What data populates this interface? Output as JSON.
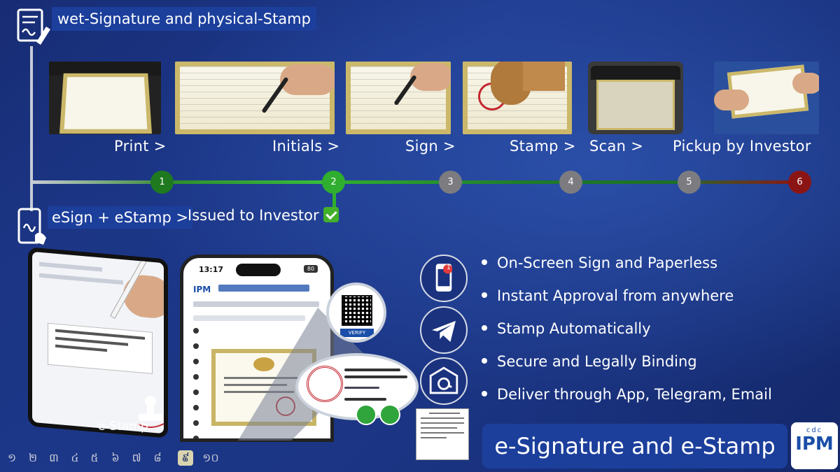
{
  "header": {
    "title": "wet-Signature and physical-Stamp",
    "icon": "signature-form-icon"
  },
  "physical_steps": [
    {
      "label": "Print >",
      "photo": "printer-paper"
    },
    {
      "label": "Initials >",
      "photo": "pen-initials"
    },
    {
      "label": "Sign >",
      "photo": "pen-signature"
    },
    {
      "label": "Stamp >",
      "photo": "hand-stamp"
    },
    {
      "label": "Scan >",
      "photo": "flatbed-scanner"
    },
    {
      "label": "Pickup by Investor",
      "photo": "handover-certificate"
    }
  ],
  "timeline": {
    "nodes": [
      {
        "number": "1",
        "color": "#1f7a1f"
      },
      {
        "number": "2",
        "color": "#2fae2f"
      },
      {
        "number": "3",
        "color": "#7c7c80"
      },
      {
        "number": "4",
        "color": "#7c7c80"
      },
      {
        "number": "5",
        "color": "#7c7c80"
      },
      {
        "number": "6",
        "color": "#8b1515"
      }
    ]
  },
  "digital": {
    "title": "eSign + eStamp >",
    "issued": "Issued to Investor",
    "issued_icon": "check-mark-icon",
    "estamp_label": "e-Stamp",
    "phone": {
      "time": "13:17",
      "battery": "80",
      "brand": "IPM"
    },
    "verify_label": "VERIFY"
  },
  "bullets": [
    "On-Screen Sign and Paperless",
    "Instant Approval from anywhere",
    "Stamp Automatically",
    "Secure and Legally Binding",
    "Deliver through App, Telegram, Email"
  ],
  "channels": [
    {
      "name": "app",
      "icon": "mobile-app-icon",
      "badge": "1"
    },
    {
      "name": "telegram",
      "icon": "telegram-icon"
    },
    {
      "name": "email",
      "icon": "email-icon"
    }
  ],
  "footer": {
    "banner": "e-Signature and e-Stamp",
    "logo_top": "cdc",
    "logo_main": "IPM",
    "pages": [
      "១",
      "២",
      "៣",
      "៤",
      "៥",
      "៦",
      "៧",
      "៨",
      "៩",
      "១០"
    ],
    "active_page": 8
  },
  "colors": {
    "banner_bg": "#1c3f9c",
    "green": "#2fae2f",
    "red": "#8b1515"
  }
}
